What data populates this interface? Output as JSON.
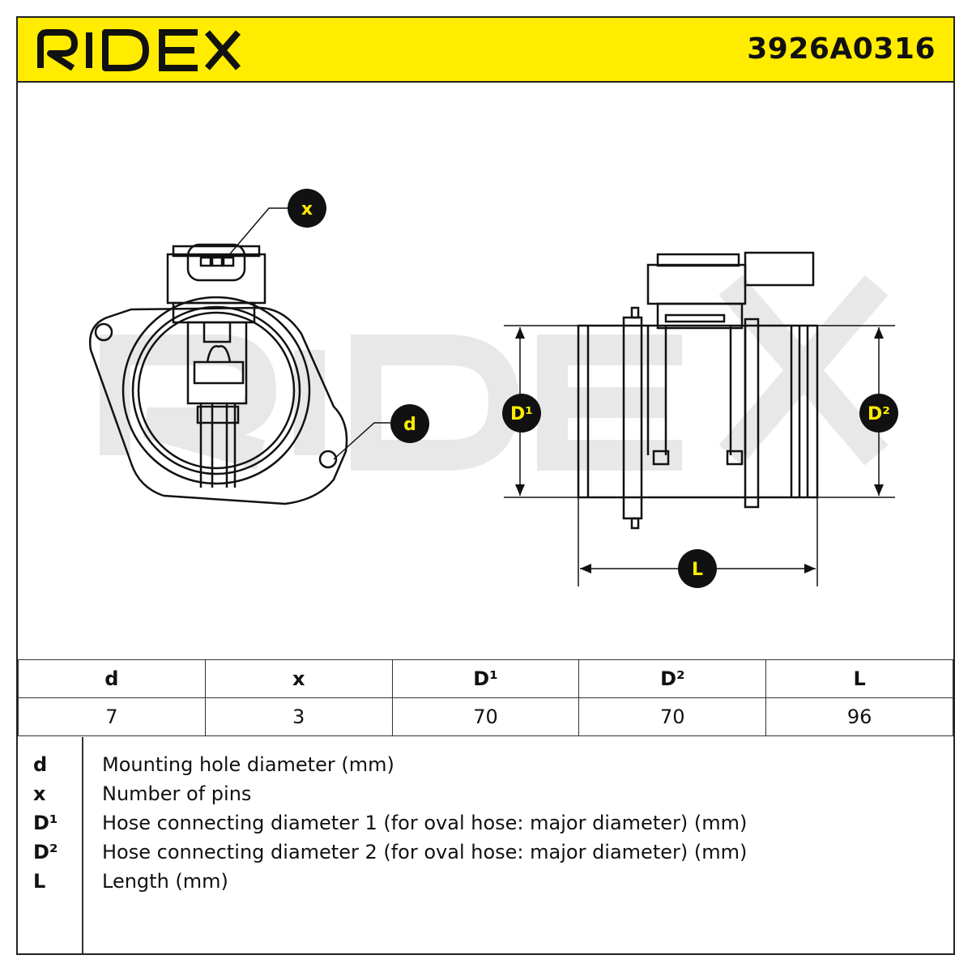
{
  "header": {
    "brand": "RIDEX",
    "part_number": "3926A0316",
    "colors": {
      "accent": "#ffec00",
      "ink": "#111111",
      "watermark": "#e6e6e6"
    }
  },
  "drawing": {
    "watermark": "RIDEX",
    "callouts": {
      "x": "x",
      "d": "d",
      "D1": "D¹",
      "D2": "D²",
      "L": "L"
    }
  },
  "table": {
    "headers": [
      "d",
      "x",
      "D¹",
      "D²",
      "L"
    ],
    "values": [
      "7",
      "3",
      "70",
      "70",
      "96"
    ]
  },
  "legend": {
    "items": [
      {
        "symbol": "d",
        "description": "Mounting hole diameter (mm)"
      },
      {
        "symbol": "x",
        "description": "Number of pins"
      },
      {
        "symbol": "D¹",
        "description": "Hose connecting diameter 1 (for oval hose: major diameter) (mm)"
      },
      {
        "symbol": "D²",
        "description": "Hose connecting diameter 2 (for oval hose: major diameter) (mm)"
      },
      {
        "symbol": "L",
        "description": "Length (mm)"
      }
    ]
  }
}
